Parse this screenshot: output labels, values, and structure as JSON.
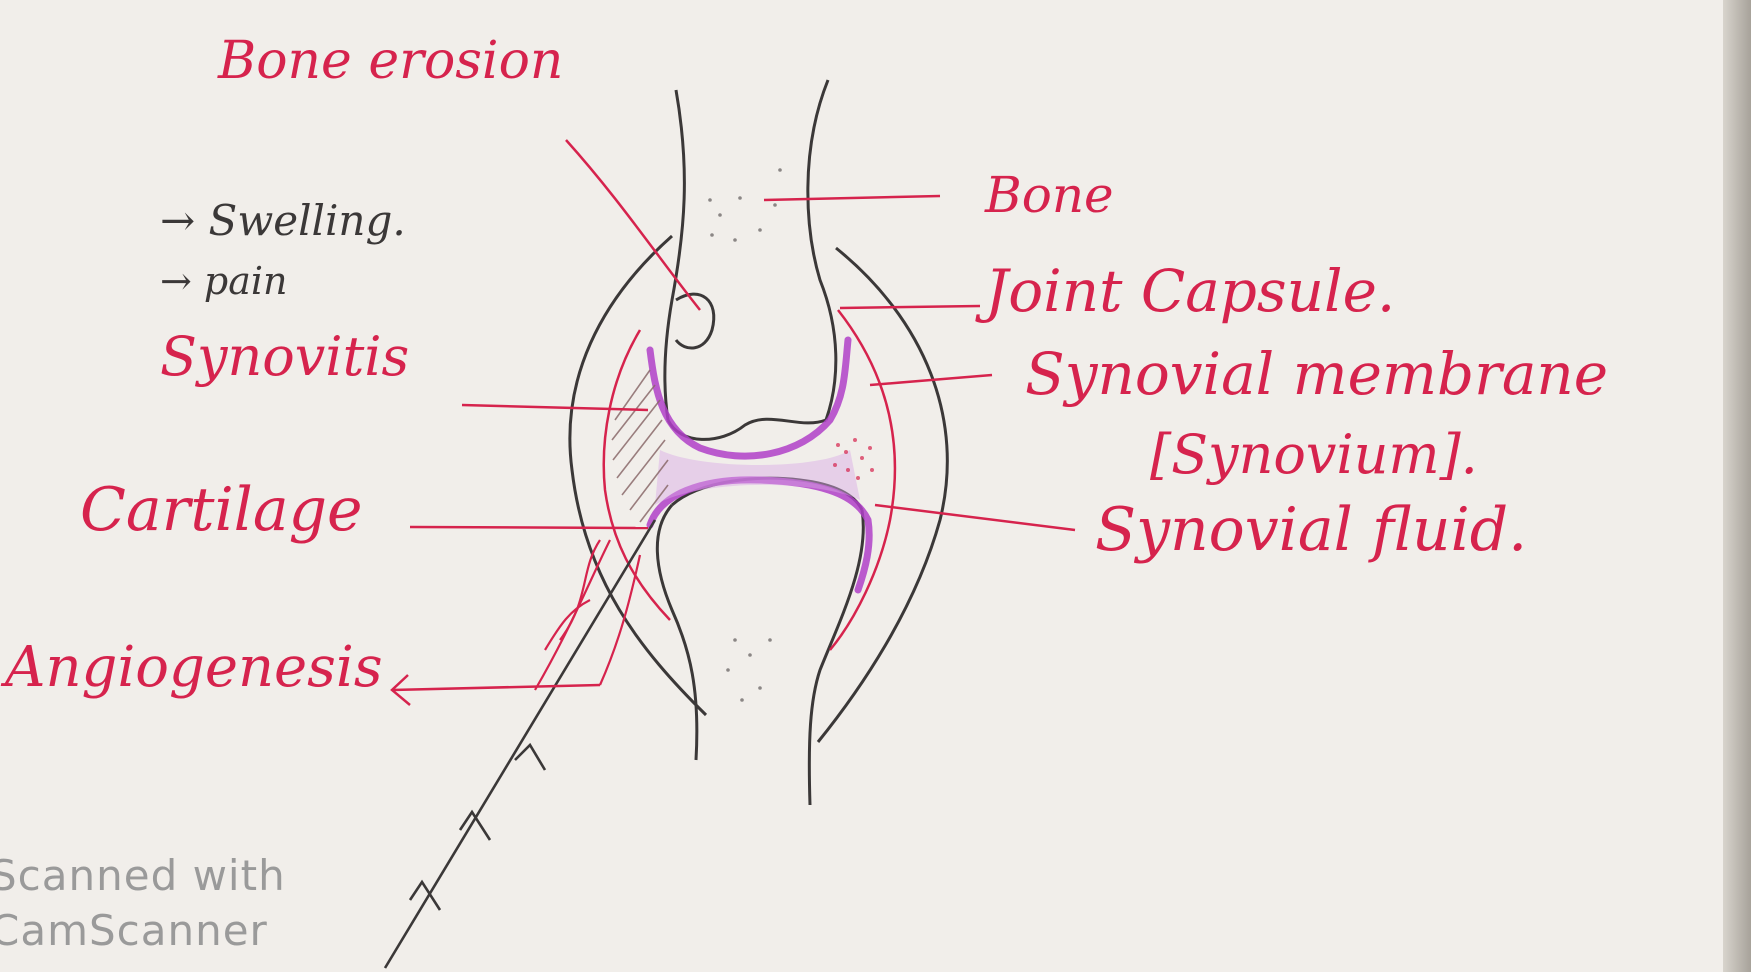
{
  "diagram": {
    "labels": {
      "bone_erosion": "Bone erosion",
      "bone": "Bone",
      "joint_capsule": "Joint Capsule.",
      "synovial_membrane": "Synovial membrane",
      "synovium": "[Synovium].",
      "synovial_fluid": "Synovial fluid.",
      "synovitis": "Synovitis",
      "cartilage": "Cartilage",
      "angiogenesis": "Angiogenesis"
    },
    "symptoms": [
      "→ Swelling.",
      "→ pain"
    ]
  },
  "watermark": {
    "line1": "Scanned with",
    "line2": "CamScanner"
  },
  "colors": {
    "ink_red": "#d6234d",
    "ink_black": "#3b3838",
    "membrane_purple": "#b040c8",
    "paper": "#f1eeea"
  }
}
